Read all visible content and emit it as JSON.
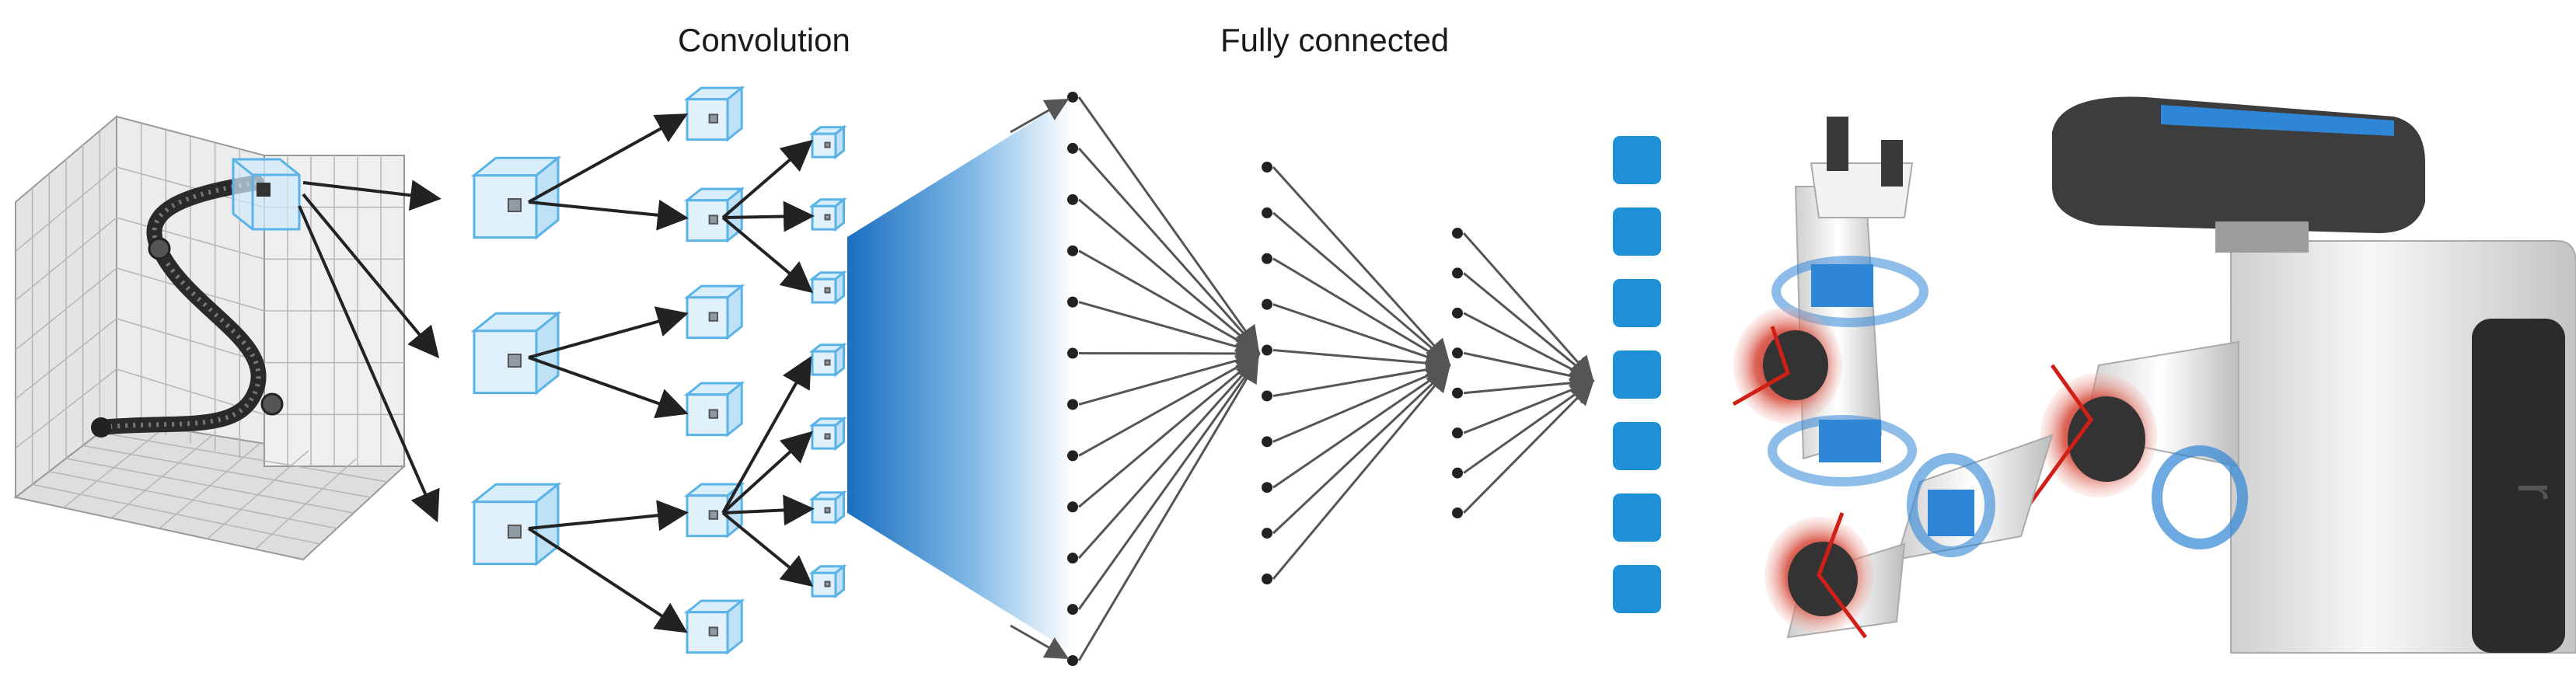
{
  "labels": {
    "convolution": "Convolution",
    "fully_connected": "Fully connected"
  },
  "colors": {
    "cube_stroke": "#5ab3e6",
    "cube_fill": "#d9eefb",
    "output_unit": "#1f8fd6",
    "gradient_dark": "#1a6fc0",
    "neuron": "#222222",
    "arrow": "#555555",
    "robot_body": "#e8e8e8",
    "robot_dark": "#3c3c3c",
    "joint_blue": "#2f86d6",
    "joint_red": "#d63a2a"
  },
  "network": {
    "fc_layers": [
      12,
      10,
      8,
      7
    ],
    "output_units": 7
  },
  "icons": {
    "input_plot": "3d-trajectory-plot-icon",
    "robot": "robot-arm-icon"
  }
}
